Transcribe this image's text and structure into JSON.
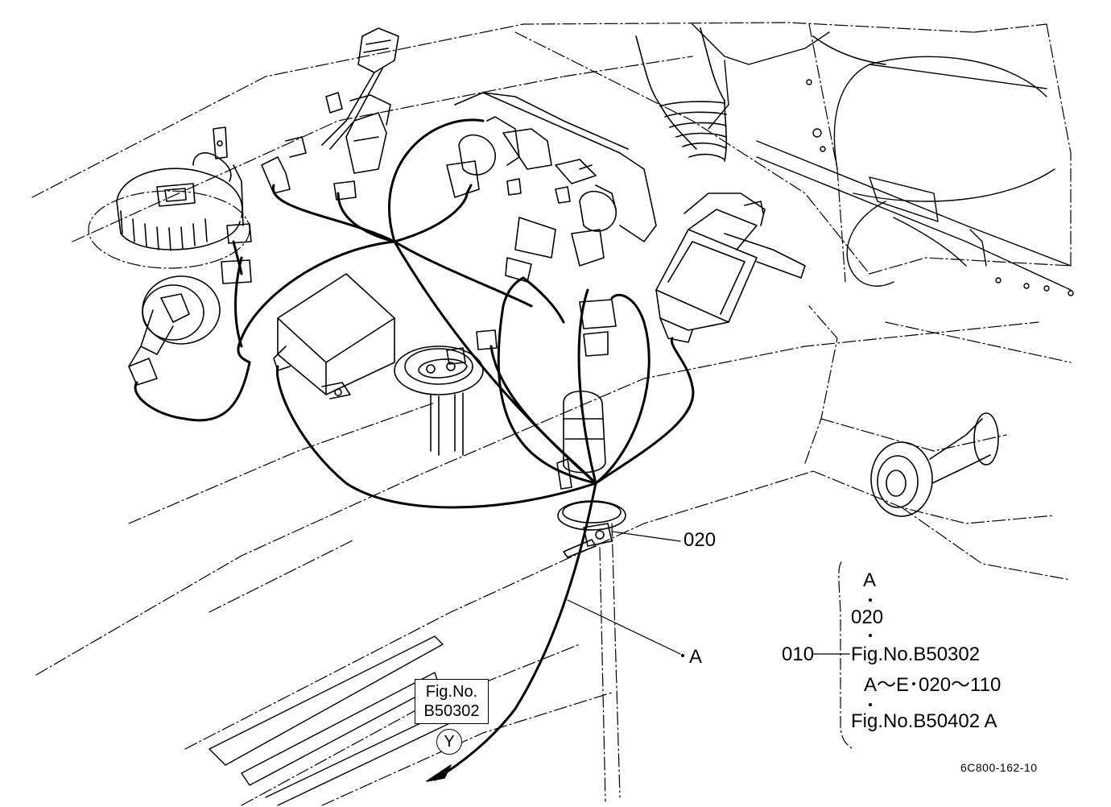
{
  "callouts": {
    "part_020": "020",
    "ref_a": "A"
  },
  "fig_ref_box": {
    "line1": "Fig.No.",
    "line2": "B50302",
    "symbol": "Y"
  },
  "parts_legend": {
    "parent_number": "010",
    "entries": [
      "A",
      "020",
      "Fig.No.B50302",
      "A～E･020～110",
      "Fig.No.B50402  A"
    ]
  },
  "drawing_number": "6C800-162-10"
}
